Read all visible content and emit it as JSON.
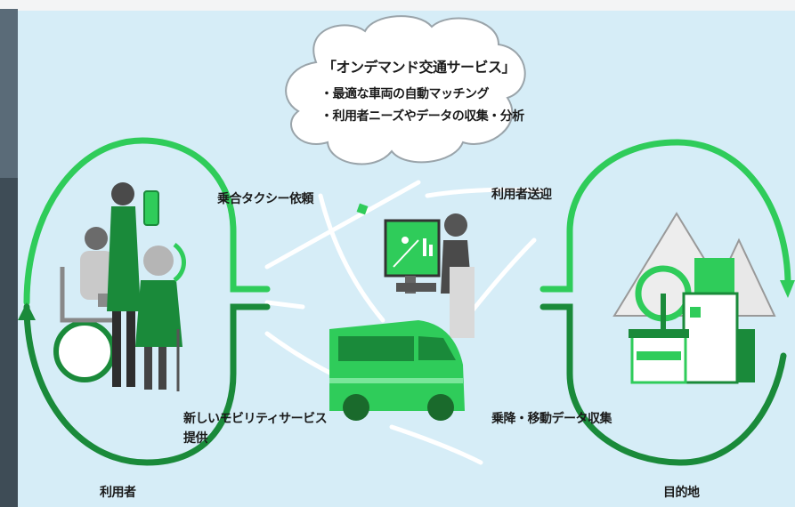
{
  "cloud": {
    "title": "「オンデマンド交通サービス」",
    "bullets": [
      "・最適な車両の自動マッチング",
      "・利用者ニーズやデータの収集・分析"
    ]
  },
  "labels": {
    "request": "乗合タクシー依頼",
    "pickup": "利用者送迎",
    "new_service_line1": "新しいモビリティサービス",
    "new_service_line2": "提供",
    "data_collect": "乗降・移動データ収集",
    "user": "利用者",
    "destination": "目的地"
  },
  "colors": {
    "background": "#d6edf7",
    "accent_green": "#2fcc5a",
    "dark_green": "#1a8a3a"
  }
}
